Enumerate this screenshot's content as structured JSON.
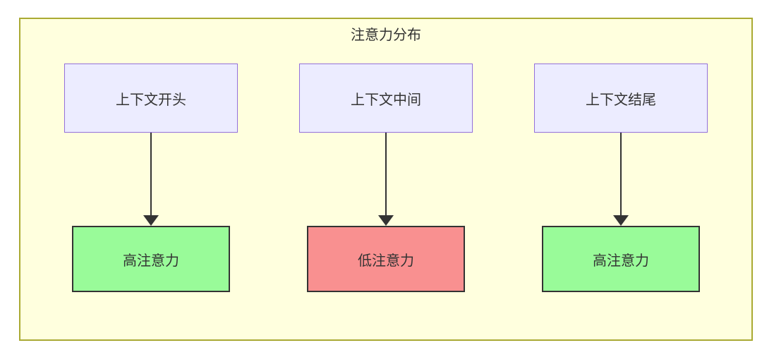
{
  "diagram": {
    "title": "注意力分布",
    "columns": [
      {
        "source": "上下文开头",
        "result": "高注意力",
        "level": "high"
      },
      {
        "source": "上下文中间",
        "result": "低注意力",
        "level": "low"
      },
      {
        "source": "上下文结尾",
        "result": "高注意力",
        "level": "high"
      }
    ],
    "colors": {
      "canvas_background": "#ffffff",
      "frame_background": "#ffffde",
      "frame_border": "#aaaa33",
      "context_node_fill": "#ececff",
      "context_node_border": "#9370db",
      "high_attention_fill": "#99fb99",
      "low_attention_fill": "#f99090",
      "attention_node_border": "#333333",
      "arrow_color": "#333333",
      "text_color": "#333333"
    }
  }
}
